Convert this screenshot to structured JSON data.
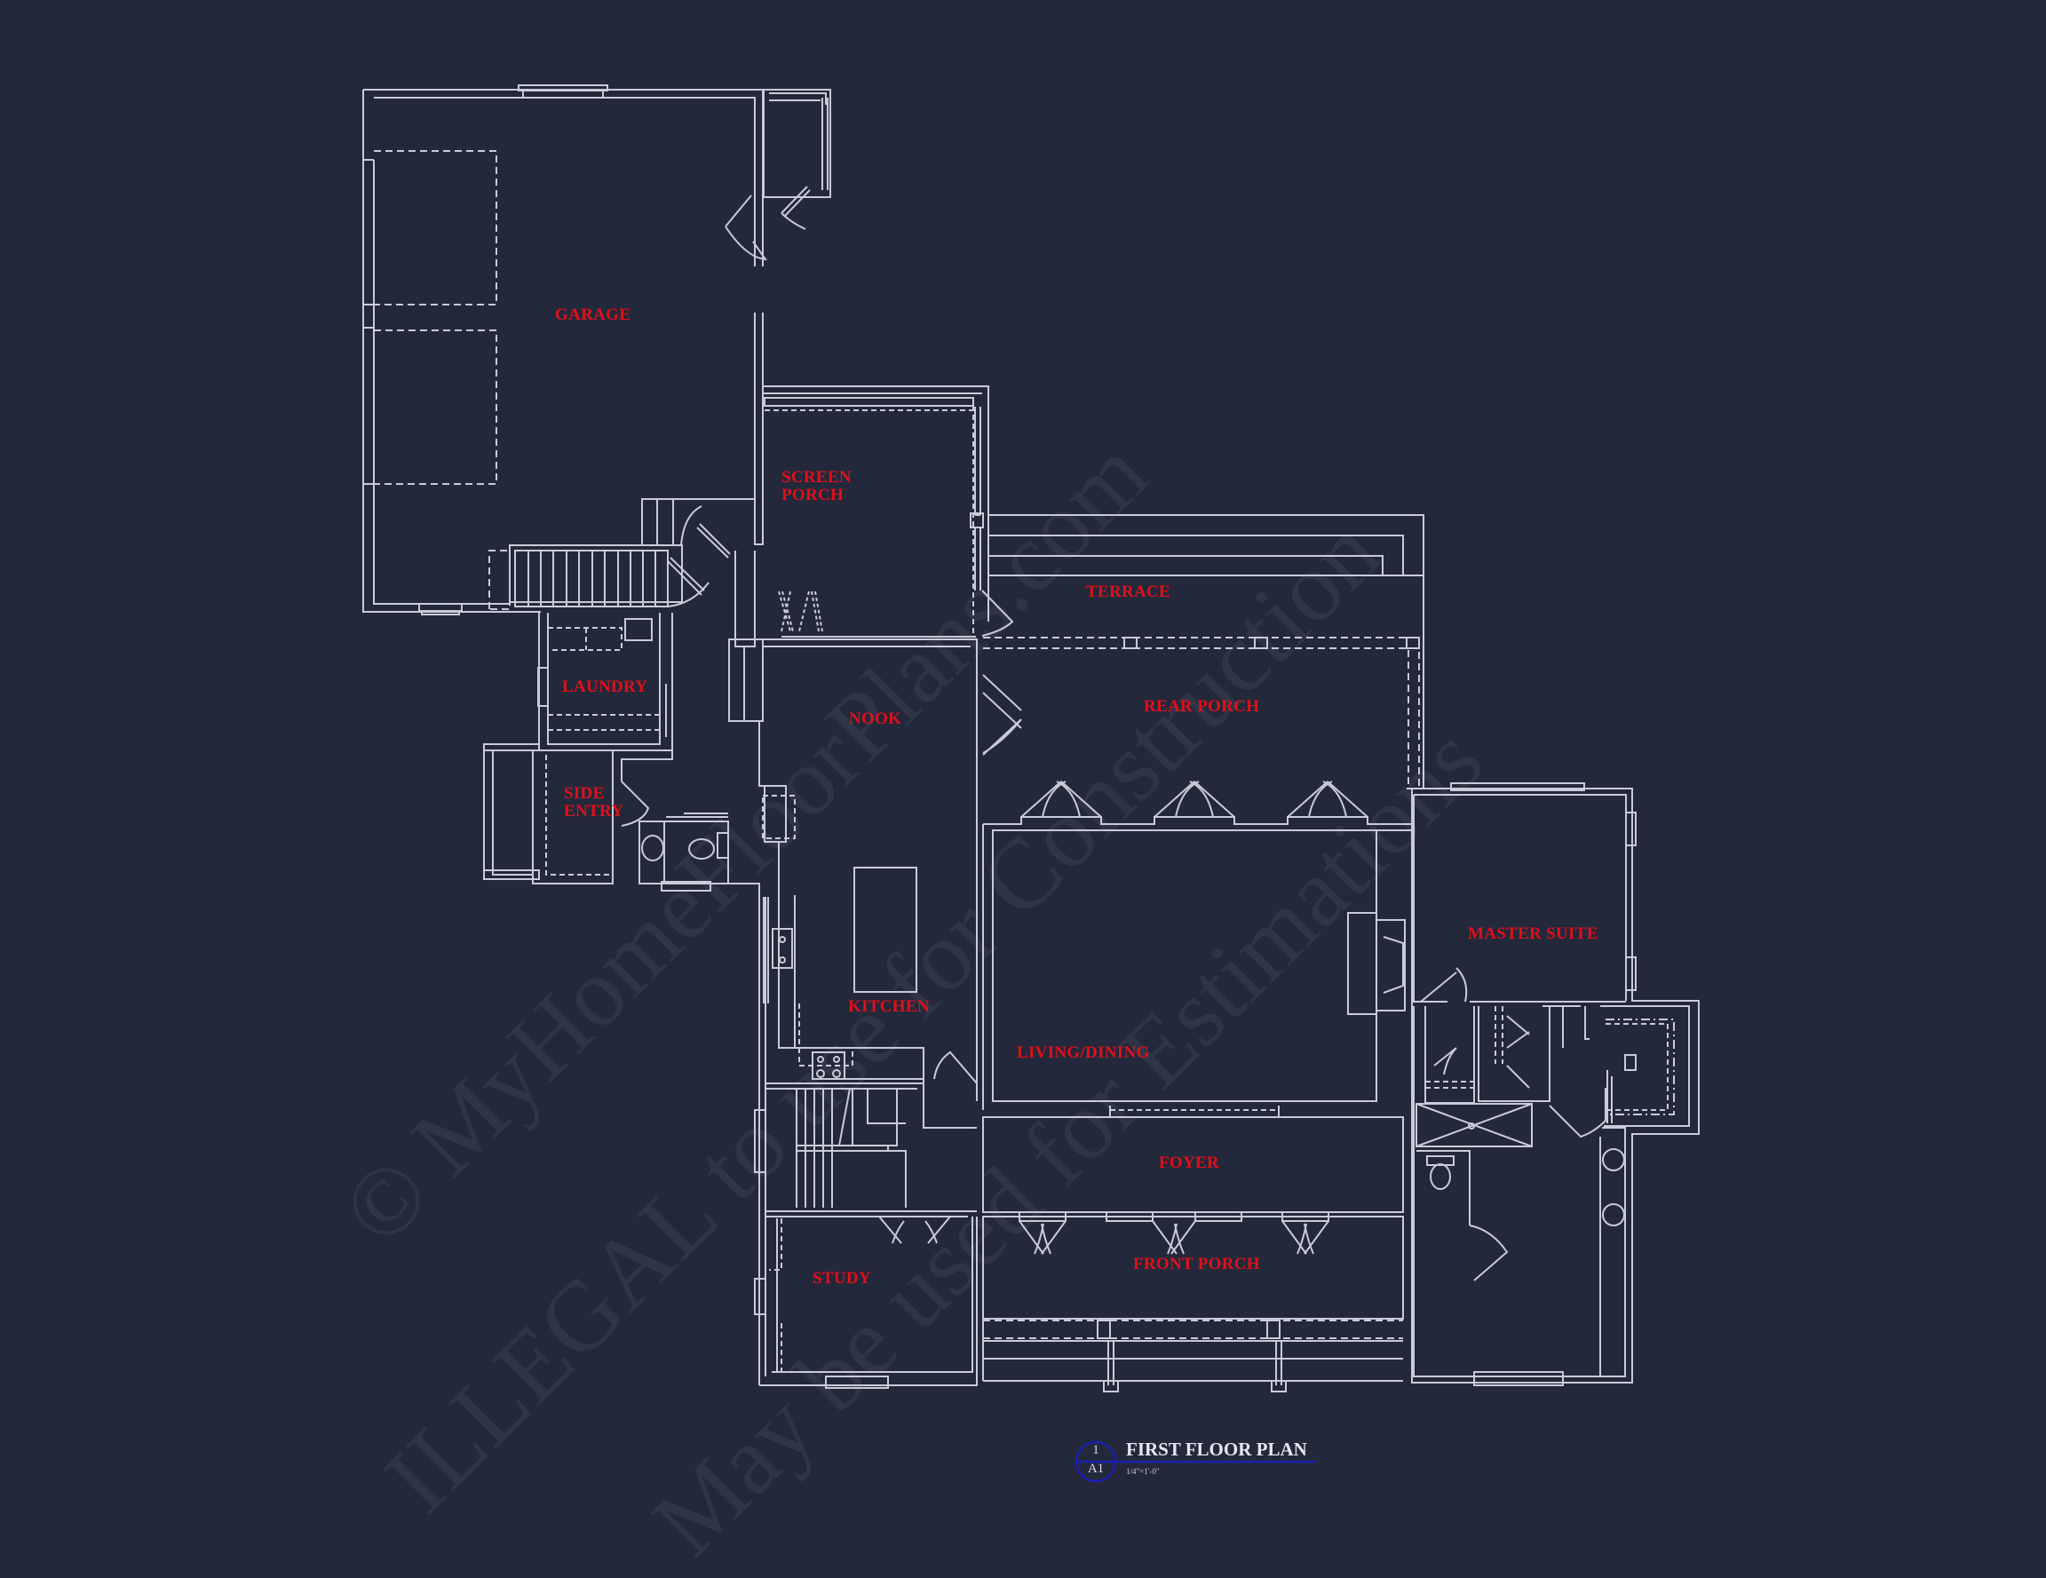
{
  "drawing": {
    "title": "FIRST FLOOR PLAN",
    "scale": "1/4\"=1'-0\"",
    "detail_number": "1",
    "sheet_number": "A1",
    "colors": {
      "background": "#24283b",
      "linework": "#c8ccd8",
      "room_labels": "#e0101a",
      "title_underline": "#1a1fb0",
      "watermark": "rgba(200,205,225,0.075)"
    }
  },
  "rooms": [
    {
      "name": "GARAGE"
    },
    {
      "name": "SCREEN\nPORCH"
    },
    {
      "name": "TERRACE"
    },
    {
      "name": "LAUNDRY"
    },
    {
      "name": "NOOK"
    },
    {
      "name": "REAR PORCH"
    },
    {
      "name": "SIDE\nENTRY"
    },
    {
      "name": "MASTER SUITE"
    },
    {
      "name": "KITCHEN"
    },
    {
      "name": "LIVING/DINING"
    },
    {
      "name": "FOYER"
    },
    {
      "name": "STUDY"
    },
    {
      "name": "FRONT PORCH"
    }
  ],
  "watermarks": [
    {
      "text": "© MyHomeFloorPlans.com"
    },
    {
      "text": "ILLEGAL to use for Construction"
    },
    {
      "text": "May be used for Estimations"
    }
  ]
}
